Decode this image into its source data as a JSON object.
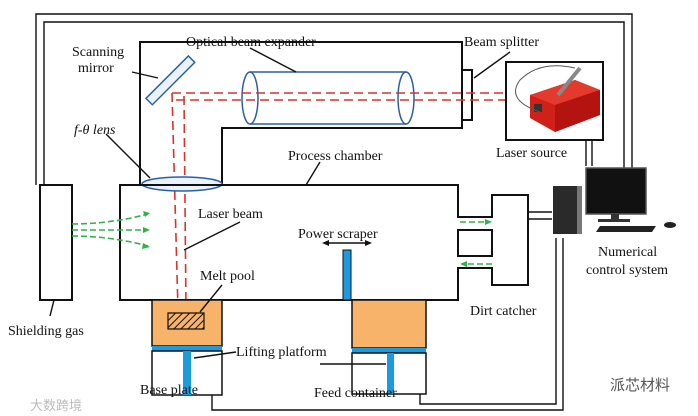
{
  "labels": {
    "optical_beam_expander": "Optical beam expander",
    "beam_splitter": "Beam splitter",
    "scanning_mirror_1": "Scanning",
    "scanning_mirror_2": "mirror",
    "f_theta_lens": "f-θ lens",
    "process_chamber": "Process chamber",
    "laser_source": "Laser source",
    "laser_beam": "Laser beam",
    "power_scraper": "Power scraper",
    "melt_pool": "Melt pool",
    "lifting_platform": "Lifting platform",
    "shielding_gas": "Shielding gas",
    "dirt_catcher": "Dirt catcher",
    "numerical_control_1": "Numerical",
    "numerical_control_2": "control system",
    "base_plate": "Base plate",
    "feed_container": "Feed container"
  },
  "watermarks": {
    "left": "大数跨境",
    "right": "派芯材料"
  },
  "colors": {
    "laser": "#d9342b",
    "gas_flow": "#2db34a",
    "powder": "#f7b36a",
    "platform": "#1a9be0",
    "laser_source_body": "#d0201a"
  }
}
